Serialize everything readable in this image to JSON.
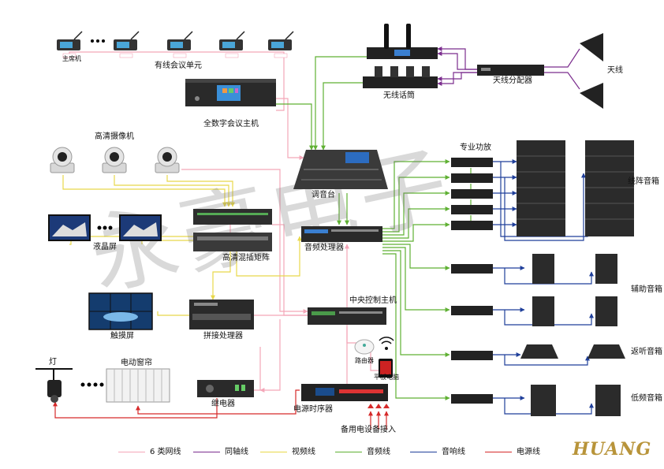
{
  "watermark": "永豪电子",
  "logo_text": "HUANG",
  "labels": {
    "wired_units": "有线会议单元",
    "unit_tag": "主席机",
    "conf_host": "全数字会议主机",
    "hd_camera": "高清摄像机",
    "lcd": "液晶屏",
    "matrix": "高清混插矩阵",
    "touch": "触摸屏",
    "splice": "拼接处理器",
    "light": "灯",
    "curtain": "电动窗帘",
    "relay": "继电器",
    "power_seq": "电源时序器",
    "power_in": "备用电设备接入",
    "mixer": "调音台",
    "audio_proc": "音频处理器",
    "central": "中央控制主机",
    "router": "路由器",
    "tablet": "平板电脑",
    "wireless_mic": "无线话筒",
    "antenna_split": "天线分配器",
    "antenna": "天线",
    "amp": "专业功放",
    "line_array": "线阵音箱",
    "aux": "辅助音箱",
    "monitor": "返听音箱",
    "sub": "低频音箱"
  },
  "legend": [
    {
      "label": "6 类网线",
      "color": "#f4a6b8"
    },
    {
      "label": "同轴线",
      "color": "#7b2d8e"
    },
    {
      "label": "视频线",
      "color": "#e8d84a"
    },
    {
      "label": "音频线",
      "color": "#5fb033"
    },
    {
      "label": "音响线",
      "color": "#1f3f9a"
    },
    {
      "label": "电源线",
      "color": "#d62a2a"
    }
  ],
  "colors": {
    "network": "#f4a6b8",
    "coax": "#7b2d8e",
    "video": "#e8d84a",
    "audio": "#5fb033",
    "speaker": "#1f3f9a",
    "power": "#d62a2a"
  }
}
